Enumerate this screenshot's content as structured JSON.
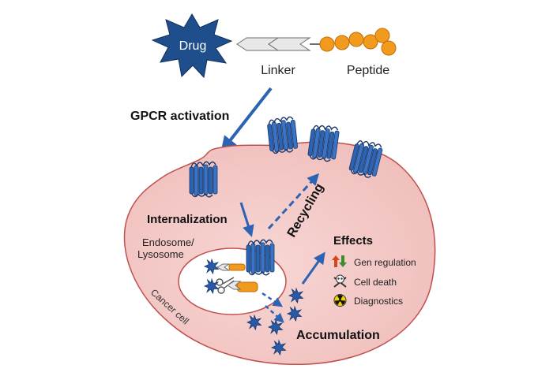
{
  "top": {
    "drug_label": "Drug",
    "linker_label": "Linker",
    "peptide_label": "Peptide"
  },
  "process": {
    "gpcr_activation": "GPCR activation",
    "internalization": "Internalization",
    "recycling": "Recycling",
    "endosome_line1": "Endosome/",
    "endosome_line2": "Lysosome",
    "cancer_cell": "Cancer cell",
    "accumulation": "Accumulation"
  },
  "effects": {
    "title": "Effects",
    "items": [
      {
        "label": "Gen regulation",
        "icon": "up-down-arrows-icon"
      },
      {
        "label": "Cell death",
        "icon": "skull-crossbones-icon"
      },
      {
        "label": "Diagnostics",
        "icon": "radiation-icon"
      }
    ]
  },
  "colors": {
    "receptor": "#2d63b3",
    "cell_fill": "#f3c9c6",
    "cell_stroke": "#c0504d",
    "peptide": "#f29a1e",
    "drug": "#1f4e8c"
  }
}
